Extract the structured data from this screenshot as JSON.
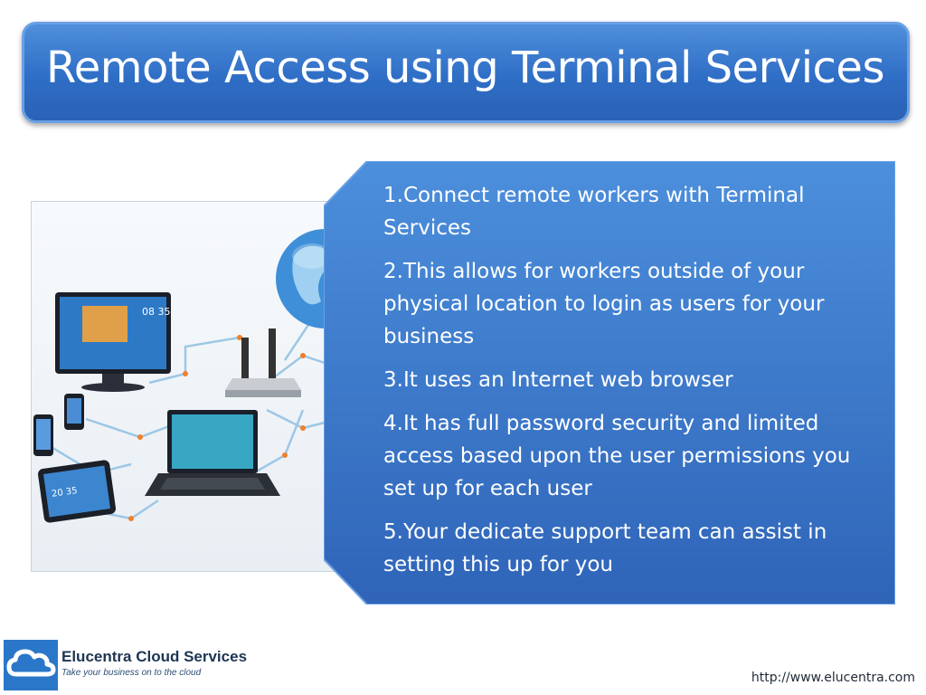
{
  "slide": {
    "title": "Remote Access using Terminal Services",
    "bullets": [
      "1.Connect remote workers with Terminal Services",
      "2.This allows for workers outside of your physical location to login as users for your business",
      "3.It uses an Internet web browser",
      "4.It has full password security and limited access based upon the user permissions you set up for each user",
      "5.Your dedicate support team can assist in setting this up for you"
    ]
  },
  "illustration": {
    "monitor_time": "08 35",
    "tablet_time": "20 35",
    "icons": [
      "globe-icon",
      "router-icon",
      "monitor-icon",
      "laptop-icon",
      "tablet-icon",
      "phone-icon",
      "nas-icon"
    ]
  },
  "footer": {
    "brand_name": "Elucentra Cloud Services",
    "brand_tagline": "Take your business on to the cloud",
    "url": "http://www.elucentra.com"
  },
  "colors": {
    "title_bar": "#2f6ec6",
    "panel": "#3a78cc",
    "logo": "#2a77c9"
  }
}
